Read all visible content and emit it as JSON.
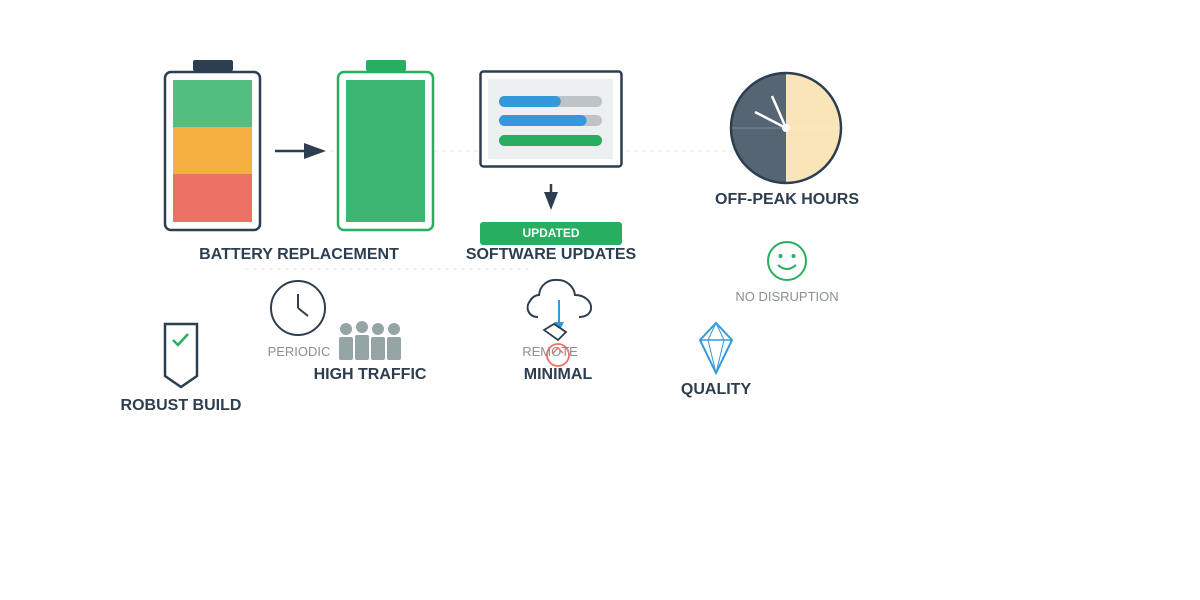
{
  "labels": {
    "battery_replacement": "BATTERY REPLACEMENT",
    "software_updates": "SOFTWARE UPDATES",
    "updated_badge": "UPDATED",
    "off_peak_hours": "OFF-PEAK HOURS",
    "no_disruption": "NO DISRUPTION",
    "periodic": "PERIODIC",
    "high_traffic": "HIGH TRAFFIC",
    "remote": "REMOTE",
    "minimal": "MINIMAL",
    "quality": "QUALITY",
    "robust_build": "ROBUST BUILD"
  },
  "battery_old": {
    "segments": [
      "green",
      "orange",
      "red"
    ]
  },
  "software_progress": [
    0.6,
    0.85,
    1.0
  ],
  "icons": [
    "battery-low-icon",
    "arrow-right-icon",
    "battery-full-icon",
    "monitor-icon",
    "arrow-down-icon",
    "clock-icon",
    "smile-icon",
    "clock-small-icon",
    "people-icon",
    "cloud-download-icon",
    "pin-icon",
    "diamond-icon",
    "shield-check-icon"
  ],
  "colors": {
    "dark": "#2c3e50",
    "green": "#27ae60",
    "light_green": "#52be80",
    "orange": "#f5b041",
    "red": "#ec7063",
    "blue": "#3498db",
    "gray": "#95a5a6",
    "clock_dark": "#566573",
    "clock_light": "#fae5b8"
  }
}
